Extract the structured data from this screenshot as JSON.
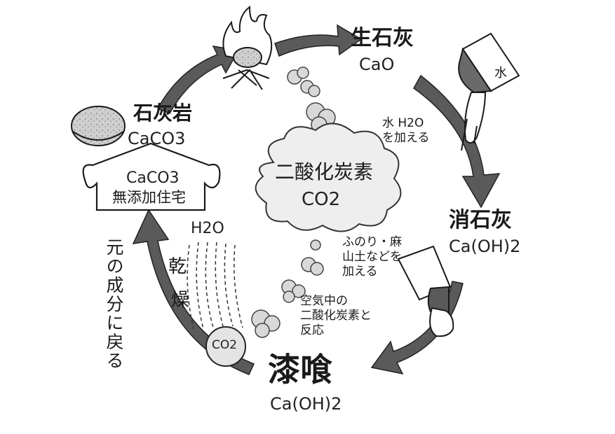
{
  "stages": {
    "quicklime": {
      "name": "生石灰",
      "formula": "CaO"
    },
    "slaked_lime": {
      "name": "消石灰",
      "formula": "Ca(OH)2"
    },
    "plaster": {
      "name": "漆喰",
      "formula": "Ca(OH)2"
    },
    "limestone": {
      "name": "石灰岩",
      "formula": "CaCO3"
    }
  },
  "house": {
    "formula": "CaCO3",
    "caption": "無添加住宅"
  },
  "cloud": {
    "name": "二酸化炭素",
    "formula": "CO2"
  },
  "notes": {
    "add_water": [
      "水 H2O",
      "を加える"
    ],
    "add_additives": [
      "ふのり・麻",
      "山土などを",
      "加える"
    ],
    "reaction": [
      "空気中の",
      "二酸化炭素と",
      "反応"
    ],
    "return": "元の成分に戻る",
    "dry": [
      "乾",
      "燥"
    ],
    "h2o": "H2O",
    "co2_small": "CO2",
    "bucket_label": "水"
  },
  "colors": {
    "arrow": "#5a5a5a",
    "ink": "#1a1a1a",
    "smoke": "#d8d8d8",
    "stone": "#c9c9c9"
  }
}
